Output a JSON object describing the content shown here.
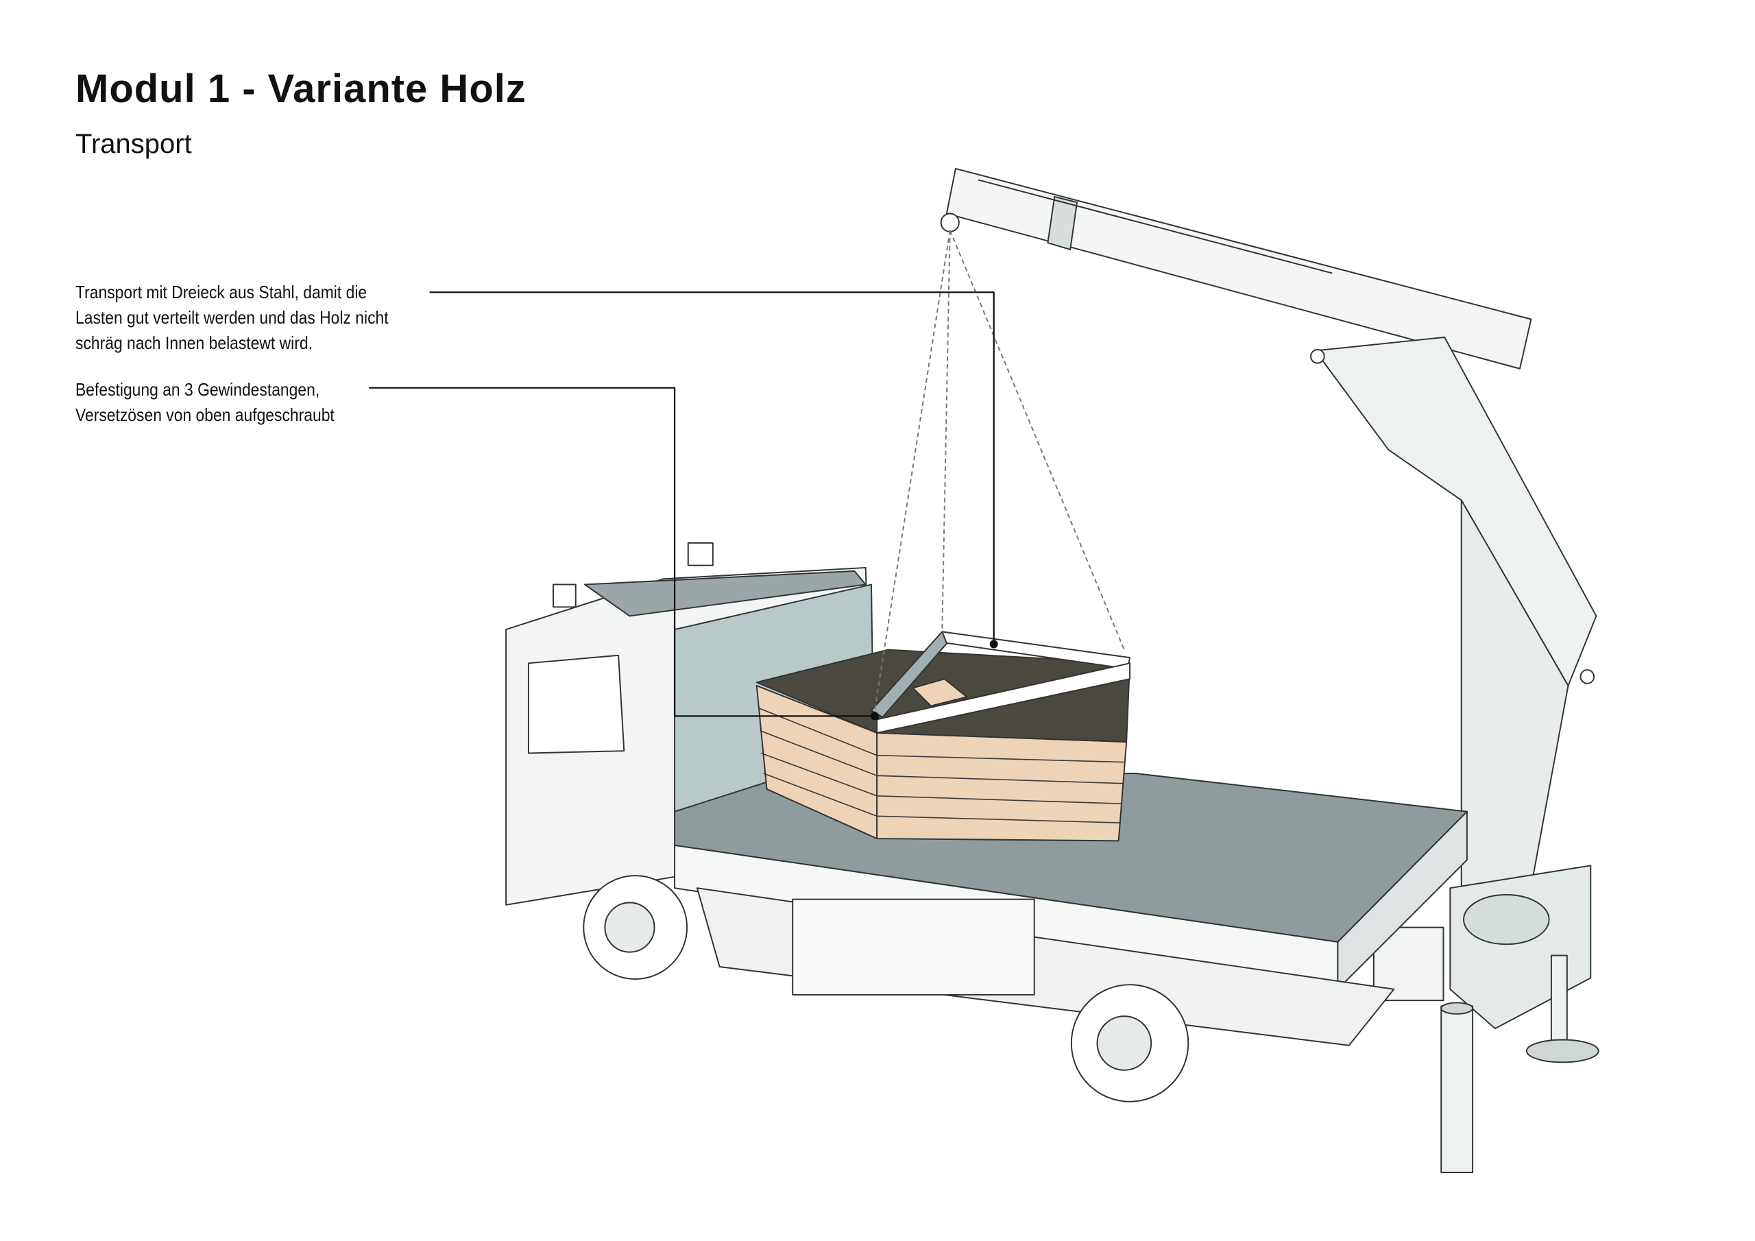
{
  "header": {
    "title": "Modul 1 - Variante Holz",
    "subtitle": "Transport"
  },
  "annotations": [
    {
      "lines": [
        "Transport mit Dreieck aus Stahl, damit die",
        "Lasten gut verteilt werden und das Holz nicht",
        "schräg nach Innen belastewt wird."
      ]
    },
    {
      "lines": [
        "Befestigung an 3 Gewindestangen,",
        "Versetzösen von oben aufgeschraubt"
      ]
    }
  ],
  "colors": {
    "wood": "#efd3b6",
    "wood_top": "#4b4840",
    "truck_bed": "#8f9c9d",
    "cab_wall": "#b9c9c9",
    "steel": "#9fb0b2",
    "line": "#1a1a1a"
  }
}
